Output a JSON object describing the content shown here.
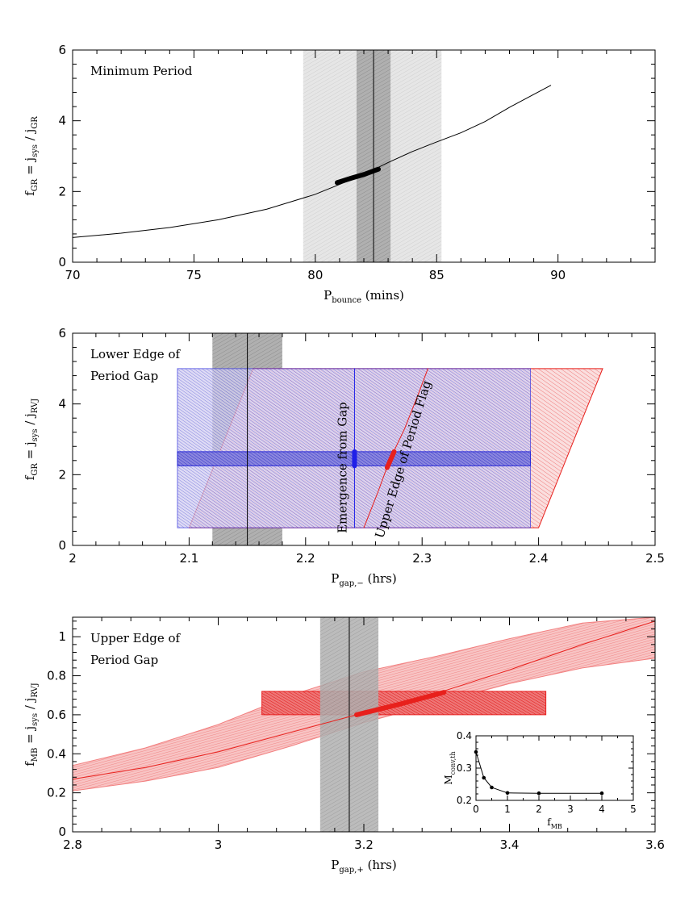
{
  "chart_data": [
    {
      "type": "line",
      "panel": "top",
      "annotation": "Minimum Period",
      "xlabel": {
        "main": "P",
        "sub": "bounce",
        "rest": " (mins)"
      },
      "ylabel": {
        "main": "f",
        "sub": "GR",
        "mid": " = j",
        "sub2": "sys",
        "mid2": " / j",
        "sub3": "GR"
      },
      "xlim": [
        70,
        94
      ],
      "ylim": [
        0,
        6
      ],
      "xticks": [
        70,
        75,
        80,
        85,
        90
      ],
      "yticks": [
        0,
        2,
        4,
        6
      ],
      "bands": [
        {
          "x0": 79.5,
          "x1": 85.2,
          "color": "#e2e2e2"
        },
        {
          "x0": 81.7,
          "x1": 83.1,
          "color": "#a8a8a8"
        }
      ],
      "vlines": [
        {
          "x": 82.4,
          "color": "#000000"
        }
      ],
      "series": [
        {
          "style": "thin",
          "color": "#000000",
          "points": [
            [
              70,
              0.7
            ],
            [
              72,
              0.82
            ],
            [
              74,
              0.98
            ],
            [
              76,
              1.2
            ],
            [
              78,
              1.5
            ],
            [
              80,
              1.92
            ],
            [
              81,
              2.2
            ],
            [
              82,
              2.48
            ],
            [
              83,
              2.82
            ],
            [
              84,
              3.13
            ],
            [
              85,
              3.4
            ],
            [
              86,
              3.66
            ],
            [
              87,
              3.98
            ],
            [
              88,
              4.38
            ],
            [
              89.7,
              5.0
            ]
          ]
        },
        {
          "style": "thick",
          "color": "#000000",
          "points": [
            [
              80.9,
              2.25
            ],
            [
              81.5,
              2.38
            ],
            [
              82,
              2.48
            ],
            [
              82.6,
              2.63
            ]
          ]
        }
      ]
    },
    {
      "type": "area",
      "panel": "middle",
      "annotation": [
        "Lower Edge of",
        "Period Gap"
      ],
      "xlabel": {
        "main": "P",
        "sub": "gap,−",
        "rest": " (hrs)"
      },
      "ylabel": {
        "main": "f",
        "sub": "GR",
        "mid": " = j",
        "sub2": "sys",
        "mid2": " / j",
        "sub3": "RVJ"
      },
      "xlim": [
        2,
        2.5
      ],
      "ylim": [
        0,
        6
      ],
      "xticks": [
        2,
        2.1,
        2.2,
        2.3,
        2.4,
        2.5
      ],
      "yticks": [
        0,
        2,
        4,
        6
      ],
      "bands": [
        {
          "x0": 2.12,
          "x1": 2.18,
          "color": "#a8a8a8"
        }
      ],
      "vlines": [
        {
          "x": 2.15,
          "color": "#000000"
        }
      ],
      "regions": [
        {
          "name": "red-parallelogram",
          "color": "#e8201c",
          "fill": "#f4b4b4",
          "points": [
            [
              2.1,
              0.5
            ],
            [
              2.4,
              0.5
            ],
            [
              2.455,
              5.0
            ],
            [
              2.155,
              5.0
            ]
          ]
        },
        {
          "name": "blue-rect",
          "color": "#3a3ae0",
          "fill": "#b0a8e8",
          "points": [
            [
              2.09,
              0.5
            ],
            [
              2.393,
              0.5
            ],
            [
              2.393,
              5.0
            ],
            [
              2.09,
              5.0
            ]
          ]
        },
        {
          "name": "blue-strip",
          "color": "#2a2ad8",
          "fill": "#7070d8",
          "points": [
            [
              2.09,
              2.25
            ],
            [
              2.393,
              2.25
            ],
            [
              2.393,
              2.65
            ],
            [
              2.09,
              2.65
            ]
          ]
        }
      ],
      "series": [
        {
          "name": "Emergence from Gap",
          "color": "#2020e8",
          "style": "thin",
          "points": [
            [
              2.242,
              0.5
            ],
            [
              2.242,
              5.0
            ]
          ]
        },
        {
          "name": "Upper Edge of Period Flag",
          "color": "#e8201c",
          "style": "thin",
          "points": [
            [
              2.25,
              0.5
            ],
            [
              2.262,
              1.5
            ],
            [
              2.272,
              2.4
            ],
            [
              2.285,
              3.3
            ],
            [
              2.297,
              4.3
            ],
            [
              2.305,
              5.0
            ]
          ]
        },
        {
          "color": "#2020e8",
          "style": "thick",
          "points": [
            [
              2.242,
              2.25
            ],
            [
              2.242,
              2.65
            ]
          ]
        },
        {
          "color": "#e8201c",
          "style": "thick",
          "points": [
            [
              2.27,
              2.2
            ],
            [
              2.276,
              2.65
            ]
          ]
        }
      ],
      "labels": [
        "Emergence from Gap",
        "Upper Edge of Period Flag"
      ]
    },
    {
      "type": "area",
      "panel": "bottom",
      "annotation": [
        "Upper Edge of",
        "Period Gap"
      ],
      "xlabel": {
        "main": "P",
        "sub": "gap,+",
        "rest": " (hrs)"
      },
      "ylabel": {
        "main": "f",
        "sub": "MB",
        "mid": " = j",
        "sub2": "sys",
        "mid2": " / j",
        "sub3": "RVJ"
      },
      "xlim": [
        2.8,
        3.6
      ],
      "ylim": [
        0,
        1.1
      ],
      "xticks": [
        2.8,
        3,
        3.2,
        3.4,
        3.6
      ],
      "yticks": [
        0,
        0.2,
        0.4,
        0.6,
        0.8,
        1
      ],
      "bands": [
        {
          "x0": 3.14,
          "x1": 3.22,
          "color": "#a8a8a8"
        }
      ],
      "vlines": [
        {
          "x": 3.18,
          "color": "#000000"
        }
      ],
      "regions": [
        {
          "name": "confidence-band",
          "color": "#f28080",
          "fill": "#f7b8b8",
          "points": [
            [
              2.8,
              0.21
            ],
            [
              2.9,
              0.26
            ],
            [
              3.0,
              0.33
            ],
            [
              3.1,
              0.44
            ],
            [
              3.2,
              0.56
            ],
            [
              3.3,
              0.66
            ],
            [
              3.4,
              0.76
            ],
            [
              3.5,
              0.84
            ],
            [
              3.6,
              0.89
            ],
            [
              3.6,
              1.1
            ],
            [
              3.5,
              1.07
            ],
            [
              3.4,
              0.99
            ],
            [
              3.3,
              0.9
            ],
            [
              3.2,
              0.82
            ],
            [
              3.1,
              0.7
            ],
            [
              3.0,
              0.55
            ],
            [
              2.9,
              0.43
            ],
            [
              2.8,
              0.34
            ]
          ]
        },
        {
          "name": "dark-wedge",
          "color": "#e82020",
          "fill": "#ea6060",
          "points": [
            [
              3.06,
              0.6
            ],
            [
              3.45,
              0.6
            ],
            [
              3.45,
              0.72
            ],
            [
              3.06,
              0.72
            ]
          ]
        }
      ],
      "series": [
        {
          "color": "#e8201c",
          "style": "thin",
          "points": [
            [
              2.8,
              0.27
            ],
            [
              2.9,
              0.33
            ],
            [
              3.0,
              0.41
            ],
            [
              3.1,
              0.51
            ],
            [
              3.2,
              0.61
            ],
            [
              3.3,
              0.71
            ],
            [
              3.4,
              0.83
            ],
            [
              3.5,
              0.96
            ],
            [
              3.6,
              1.08
            ]
          ]
        },
        {
          "color": "#e8201c",
          "style": "thick",
          "points": [
            [
              3.19,
              0.6
            ],
            [
              3.25,
              0.655
            ],
            [
              3.31,
              0.715
            ]
          ]
        }
      ],
      "inset": {
        "type": "line",
        "xlabel": {
          "main": "f",
          "sub": "MB"
        },
        "ylabel": {
          "main": "M",
          "sub": "conv,th"
        },
        "xlim": [
          0,
          5
        ],
        "ylim": [
          0.2,
          0.4
        ],
        "xticks": [
          0,
          1,
          2,
          3,
          4,
          5
        ],
        "yticks": [
          0.2,
          0.3,
          0.4
        ],
        "x": [
          0,
          0.25,
          0.5,
          1,
          2,
          4
        ],
        "y": [
          0.35,
          0.27,
          0.24,
          0.223,
          0.222,
          0.222
        ]
      }
    }
  ]
}
